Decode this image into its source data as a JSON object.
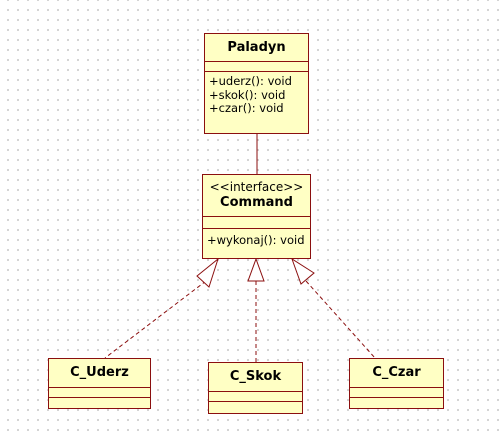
{
  "diagram": {
    "classes": {
      "paladyn": {
        "name": "Paladyn",
        "operations": [
          "+uderz(): void",
          "+skok(): void",
          "+czar(): void"
        ]
      },
      "command": {
        "stereotype": "<<interface>>",
        "name": "Command",
        "operations": [
          "+wykonaj(): void"
        ]
      },
      "c_uderz": {
        "name": "C_Uderz"
      },
      "c_skok": {
        "name": "C_Skok"
      },
      "c_czar": {
        "name": "C_Czar"
      }
    },
    "relations": [
      {
        "type": "association",
        "from": "Paladyn",
        "to": "Command"
      },
      {
        "type": "realization",
        "from": "C_Uderz",
        "to": "Command"
      },
      {
        "type": "realization",
        "from": "C_Skok",
        "to": "Command"
      },
      {
        "type": "realization",
        "from": "C_Czar",
        "to": "Command"
      }
    ]
  },
  "colors": {
    "box_fill": "#ffffc4",
    "border": "#8b0f0f",
    "grid_dot": "#c8c8c8"
  }
}
